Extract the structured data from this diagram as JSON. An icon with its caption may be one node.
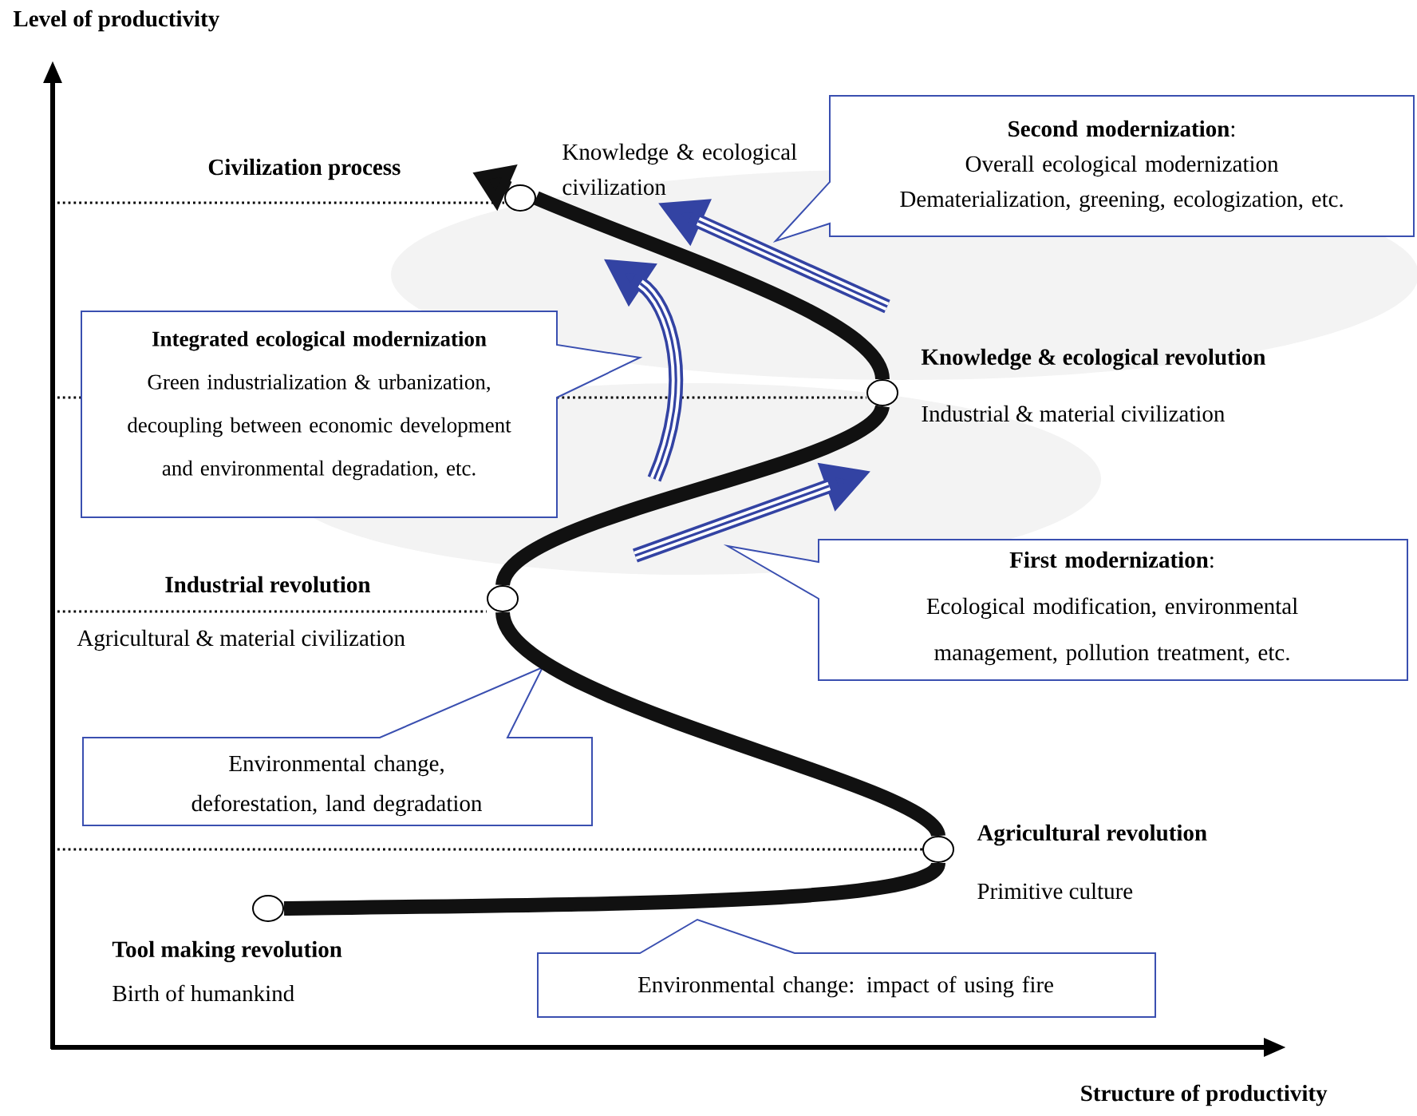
{
  "diagram": {
    "nodes": [
      {
        "text": [],
        "shape": "circle"
      },
      {
        "text": [
          "**Second modernization**:",
          "Overall ecological modernization",
          "Dematerialization, greening, ecologization, etc."
        ]
      },
      {
        "text": [
          "Integrated ecological modernization",
          "Green industrialization & urbanization, decoupling between economic development and environmental degradation, etc."
        ]
      },
      {
        "text": [],
        "shape": "circle",
        "beside": [
          "Knowledge & ecological revolution",
          "Industrial & material civilization"
        ]
      },
      {
        "text": [],
        "shape": "circle"
      },
      {
        "text": [
          "**First modernization**:",
          "Ecological modification, environmental management, pollution treatment, etc."
        ]
      },
      {
        "text": [
          "Environmental change, deforestation, land degradation"
        ]
      },
      {
        "text": [],
        "shape": "circle",
        "beside": [
          "Agricultural revolution",
          "Primitive culture"
        ]
      },
      {
        "text": [],
        "shape": "circle",
        "beside": [
          "Tool making revolution",
          "Birth of humankind"
        ]
      },
      {
        "text": [
          "Environmental change: impact of using fire"
        ]
      }
    ],
    "edges": [
      {
        "from": 8,
        "to": 7,
        "arrow": "none"
      },
      {
        "from": 7,
        "to": 4,
        "arrow": "none"
      },
      {
        "from": 4,
        "to": 3,
        "arrow": "none"
      },
      {
        "from": 3,
        "to": 0,
        "arrow": "none"
      },
      {
        "from": 0,
        "to": null,
        "arrow": "to"
      }
    ],
    "labels": [
      "Level of productivity",
      "Civilization process",
      "Knowledge & ecological civilization",
      "Industrial revolution",
      "Agricultural & material civilization",
      "Structure of productivity"
    ]
  }
}
